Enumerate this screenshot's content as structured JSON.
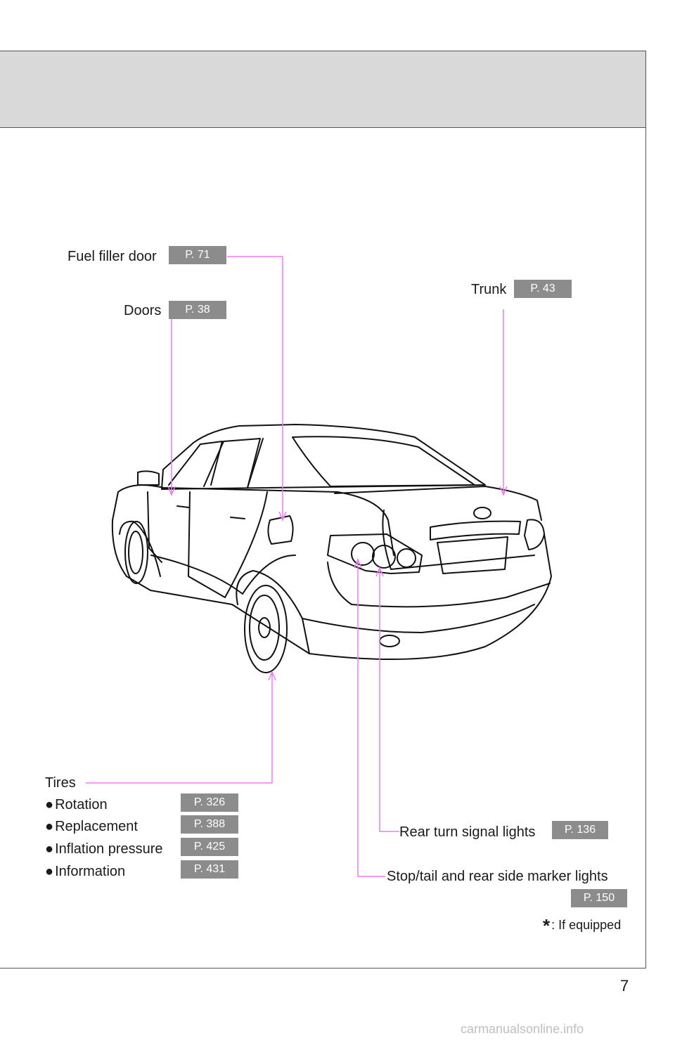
{
  "callouts": {
    "fuel_filler": {
      "label": "Fuel filler door",
      "page": "P. 71"
    },
    "trunk": {
      "label": "Trunk",
      "page": "P. 43"
    },
    "doors": {
      "label": "Doors",
      "page": "P. 38"
    },
    "rear_turn": {
      "label": "Rear turn signal lights",
      "page": "P. 136"
    },
    "stop_tail": {
      "label": "Stop/tail and rear side marker lights",
      "page": "P. 150"
    }
  },
  "tires": {
    "title": "Tires",
    "items": [
      {
        "bullet": "●",
        "label": "Rotation",
        "page": "P. 326"
      },
      {
        "bullet": "●",
        "label": "Replacement",
        "page": "P. 388"
      },
      {
        "bullet": "●",
        "label": "Inflation pressure",
        "page": "P. 425"
      },
      {
        "bullet": "●",
        "label": "Information",
        "page": "P. 431"
      }
    ]
  },
  "footnote": {
    "symbol": "*",
    "text": ": If equipped"
  },
  "page_number": "7",
  "watermark": "carmanualsonline.info",
  "colors": {
    "leader": "#f07cf0",
    "page_box": "#8c8c8c",
    "header_band": "#d9d9d9"
  }
}
